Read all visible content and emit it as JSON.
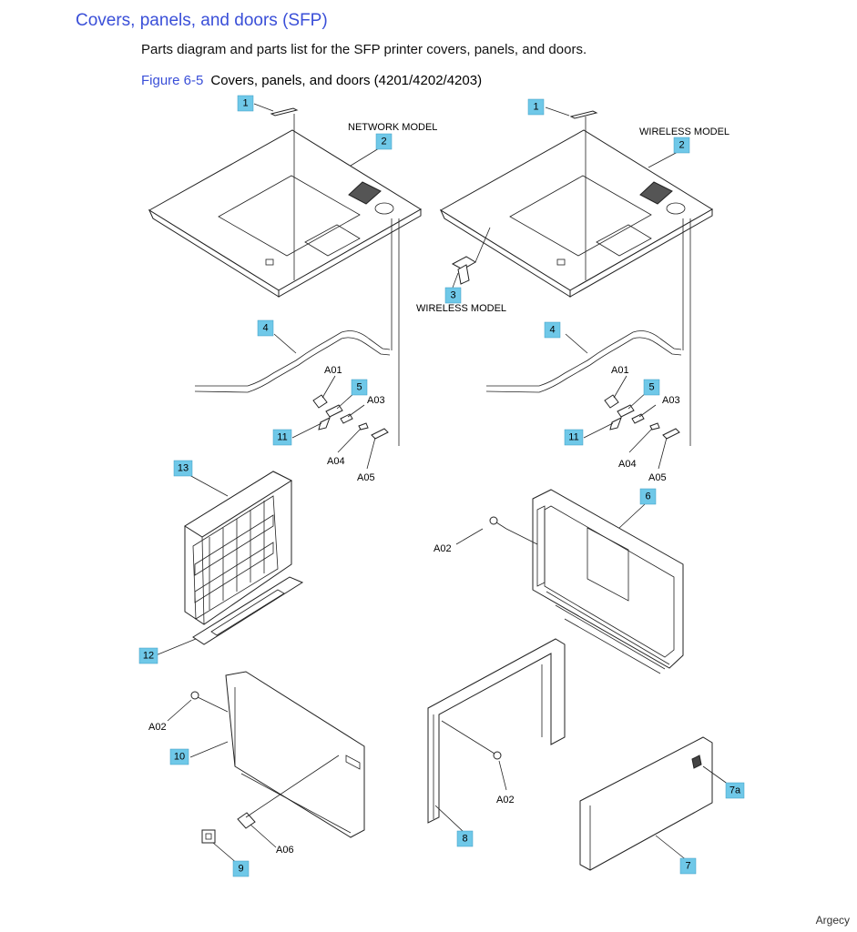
{
  "header": {
    "title": "Covers, panels, and doors (SFP)",
    "subtitle": "Parts diagram and parts list for the SFP printer covers, panels, and doors.",
    "figure_number": "Figure 6-5",
    "figure_title": "Covers, panels, and doors (4201/4202/4203)"
  },
  "diagram": {
    "model_labels": {
      "network": "NETWORK MODEL",
      "wireless_top": "WIRELESS MODEL",
      "wireless_mid": "WIRELESS MODEL"
    },
    "callouts": {
      "c1a": "1",
      "c2a": "2",
      "c1b": "1",
      "c2b": "2",
      "c3": "3",
      "c4a": "4",
      "c4b": "4",
      "c5a": "5",
      "c5b": "5",
      "c11a": "11",
      "c11b": "11",
      "c13": "13",
      "c6": "6",
      "c12": "12",
      "c10": "10",
      "c9": "9",
      "c8": "8",
      "c7": "7",
      "c7a": "7a"
    },
    "refs": {
      "a01a": "A01",
      "a03a": "A03",
      "a04a": "A04",
      "a05a": "A05",
      "a01b": "A01",
      "a03b": "A03",
      "a04b": "A04",
      "a05b": "A05",
      "a02a": "A02",
      "a02b": "A02",
      "a02c": "A02",
      "a06": "A06"
    }
  },
  "footer": {
    "watermark": "Argecy"
  }
}
